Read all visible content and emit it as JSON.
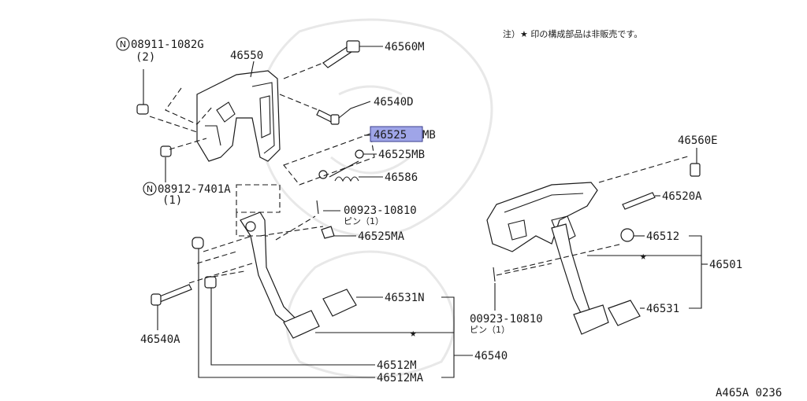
{
  "note": "注）★ 印の構成部品は非販売です。",
  "diagram_code": "A465A 0236",
  "star": "★",
  "labels": {
    "n1_code": "08911-1082G",
    "n1_qty": "(2)",
    "n2_code": "08912-7401A",
    "n2_qty": "(1)",
    "n_mark": "N",
    "p46550": "46550",
    "p46560M": "46560M",
    "p46540D": "46540D",
    "p46525MB_hl": "46525",
    "p46525MB_hl_suffix": "MB",
    "p46525MB": "46525MB",
    "p46586": "46586",
    "pin1_code": "00923-10810",
    "pin1_qty": "ピン（1）",
    "p46525MA": "46525MA",
    "p46531N": "46531N",
    "p46540A": "46540A",
    "p46512M": "46512M",
    "p46512MA": "46512MA",
    "p46540": "46540",
    "p46560E": "46560E",
    "p46520A": "46520A",
    "p46512": "46512",
    "p46501": "46501",
    "pin2_code": "00923-10810",
    "pin2_qty": "ピン（1）",
    "p46531": "46531"
  },
  "colors": {
    "line": "#1a1a1a",
    "highlight": "#9fa5e8",
    "watermark": "#e8e8e8"
  }
}
